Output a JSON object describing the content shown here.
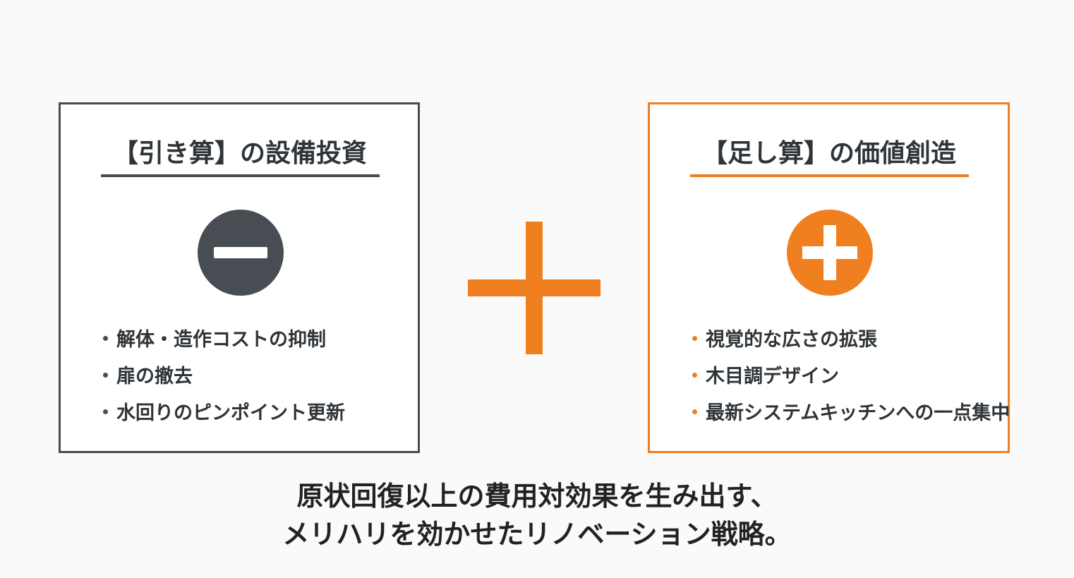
{
  "left_panel": {
    "title": "【引き算】の設備投資",
    "icon": "minus-circle-icon",
    "border_color": "#474d52",
    "bullets": [
      "解体・造作コストの抑制",
      "扉の撤去",
      "水回りのピンポイント更新"
    ]
  },
  "center": {
    "icon": "plus-icon",
    "color": "#f07f1f"
  },
  "right_panel": {
    "title": "【足し算】の価値創造",
    "icon": "plus-circle-icon",
    "border_color": "#ef7f22",
    "bullets": [
      "視覚的な広さの拡張",
      "木目調デザイン",
      "最新システムキッチンへの一点集中"
    ]
  },
  "conclusion": {
    "line1": "原状回復以上の費用対効果を生み出す、",
    "line2": "メリハリを効かせたリノベーション戦略。"
  }
}
